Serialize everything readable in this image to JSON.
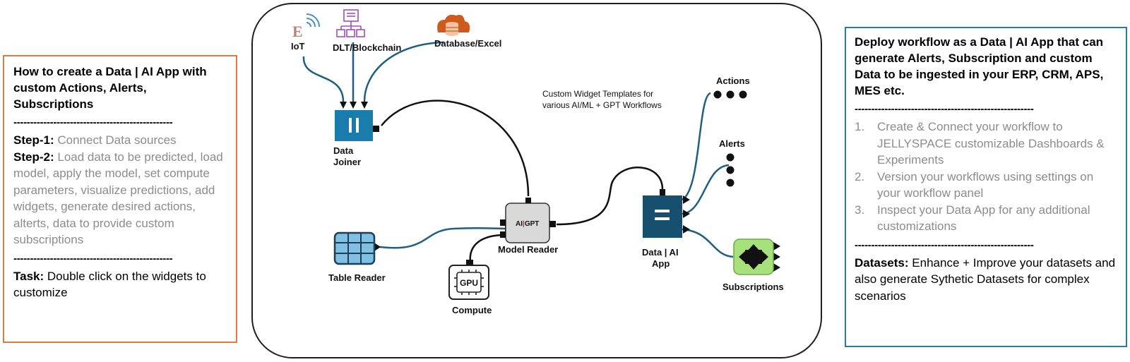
{
  "left_panel": {
    "title": "How to create a Data | AI App with custom Actions, Alerts, Subscriptions",
    "separator": "------------------------------------------------",
    "step1_key": "Step-1:",
    "step1_text": "Connect Data sources",
    "step2_key": "Step-2:",
    "step2_text": "Load data to be predicted, load model, apply the model, set compute parameters, visualize predictions, add widgets, generate desired actions, alterts, data to provide custom subscriptions",
    "task_key": "Task:",
    "task_text": "Double click on the widgets to customize"
  },
  "right_panel": {
    "title": "Deploy workflow as a Data | AI App that can generate Alerts, Subscription and custom Data to be ingested in your ERP, CRM, APS, MES etc.",
    "separator": "------------------------------------------------------",
    "steps": [
      {
        "num": "1.",
        "text": "Create & Connect your workflow to JELLYSPACE customizable Dashboards & Experiments"
      },
      {
        "num": "2.",
        "text": "Version your workflows using settings on your workflow panel"
      },
      {
        "num": "3.",
        "text": "Inspect your Data App for any additional customizations"
      }
    ],
    "datasets_key": "Datasets:",
    "datasets_text": "Enhance + Improve your datasets and also generate Sythetic Datasets for complex scenarios"
  },
  "diagram": {
    "sources": {
      "iot": "IoT",
      "iot_glyph": "E",
      "dlt": "DLT/Blockchain",
      "database": "Database/Excel"
    },
    "nodes": {
      "data_joiner_line1": "Data",
      "data_joiner_line2": "Joiner",
      "table_reader": "Table Reader",
      "model_reader": "Model Reader",
      "ai_gpt_prefix": "AI",
      "ai_gpt_sep": "|",
      "ai_gpt_suffix": "GPT",
      "gpu": "GPU",
      "compute": "Compute",
      "data_ai_app_line1": "Data | AI",
      "data_ai_app_line2": "App",
      "actions": "Actions",
      "alerts": "Alerts",
      "subscriptions": "Subscriptions"
    },
    "note_line1": "Custom Widget Templates for",
    "note_line2": "various AI/ML + GPT Workflows",
    "colors": {
      "connector": "#1f5f80",
      "node_blue": "#1a7cad",
      "app_navy": "#17506e",
      "database_orange": "#cf5a1c",
      "dlt_purple": "#a34dbd",
      "iot_brown": "#b8857a",
      "subscriptions_green": "#a8e07c",
      "table_reader_blue": "#7fc0e3"
    }
  }
}
